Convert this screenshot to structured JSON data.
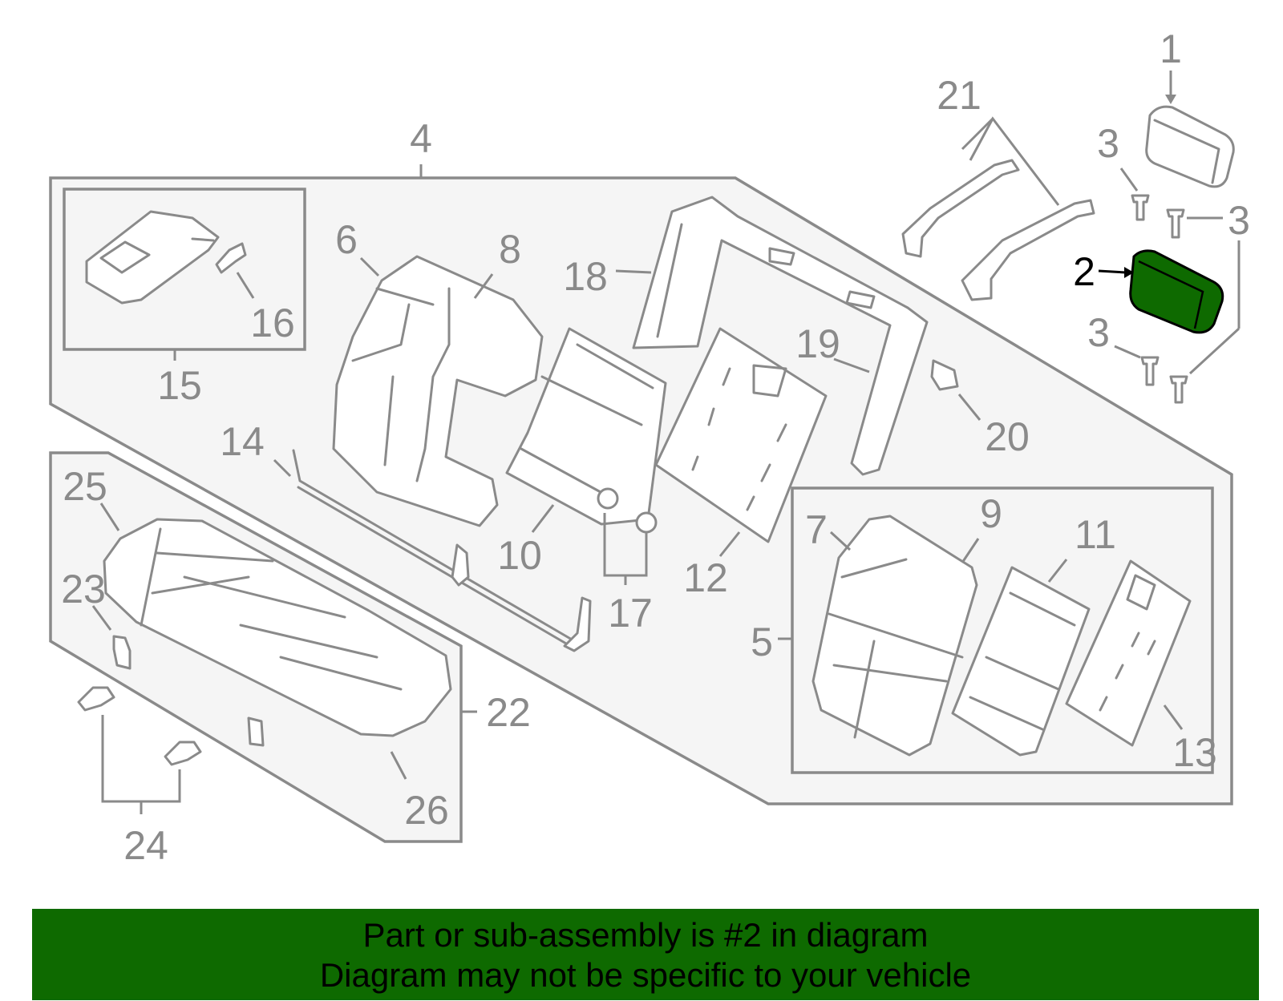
{
  "diagram": {
    "highlight_color": "#0e6a00",
    "callouts": {
      "c1": "1",
      "c2": "2",
      "c3a": "3",
      "c3b": "3",
      "c3c": "3",
      "c4": "4",
      "c5": "5",
      "c6": "6",
      "c7": "7",
      "c8": "8",
      "c9": "9",
      "c10": "10",
      "c11": "11",
      "c12": "12",
      "c13": "13",
      "c14": "14",
      "c15": "15",
      "c16": "16",
      "c17": "17",
      "c18": "18",
      "c19": "19",
      "c20": "20",
      "c21": "21",
      "c22": "22",
      "c23": "23",
      "c24": "24",
      "c25": "25",
      "c26": "26"
    }
  },
  "banner": {
    "line1": "Part or sub-assembly is #2 in diagram",
    "line2": "Diagram may not be specific to your vehicle",
    "background": "#0e6a00"
  }
}
